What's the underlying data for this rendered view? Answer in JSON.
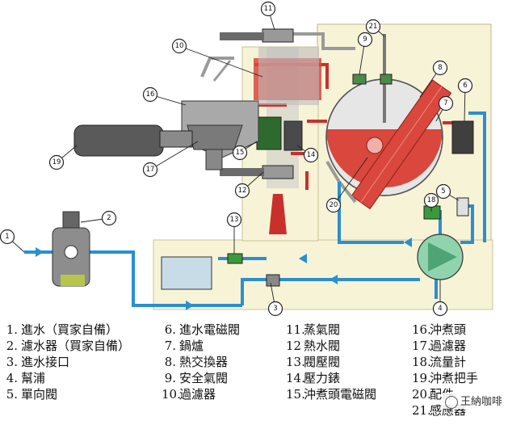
{
  "callouts": [
    "1",
    "2",
    "3",
    "4",
    "5",
    "6",
    "7",
    "8",
    "9",
    "10",
    "11",
    "12",
    "13",
    "14",
    "15",
    "16",
    "17",
    "18",
    "19",
    "20",
    "21"
  ],
  "legend": [
    {
      "num": "1.",
      "label": "進水（買家自備）"
    },
    {
      "num": "2.",
      "label": "濾水器（買家自備）"
    },
    {
      "num": "3.",
      "label": "進水接口"
    },
    {
      "num": "4.",
      "label": "幫浦"
    },
    {
      "num": "5.",
      "label": "單向閥"
    },
    {
      "num": "6.",
      "label": "進水電磁閥"
    },
    {
      "num": "7.",
      "label": "鍋爐"
    },
    {
      "num": "8.",
      "label": "熱交換器"
    },
    {
      "num": "9.",
      "label": "安全氣閥"
    },
    {
      "num": "10.",
      "label": "過濾器"
    },
    {
      "num": "11.",
      "label": "蒸氣閥"
    },
    {
      "num": "12",
      "label": "熱水閥"
    },
    {
      "num": "13.",
      "label": "閥壓閥"
    },
    {
      "num": "14.",
      "label": "壓力錶"
    },
    {
      "num": "15.",
      "label": "沖煮頭電磁閥"
    },
    {
      "num": "16.",
      "label": "沖煮頭"
    },
    {
      "num": "17.",
      "label": "過濾器"
    },
    {
      "num": "18.",
      "label": "流量計"
    },
    {
      "num": "19.",
      "label": "沖煮把手"
    },
    {
      "num": "20.",
      "label": "配件"
    },
    {
      "num": "21.",
      "label": "感應器"
    }
  ],
  "watermark": "王納咖啡",
  "colors": {
    "water": "#2a8fd1",
    "hot": "#c9302c",
    "machine_bg": "#f7f3d6",
    "outline": "#333333"
  }
}
